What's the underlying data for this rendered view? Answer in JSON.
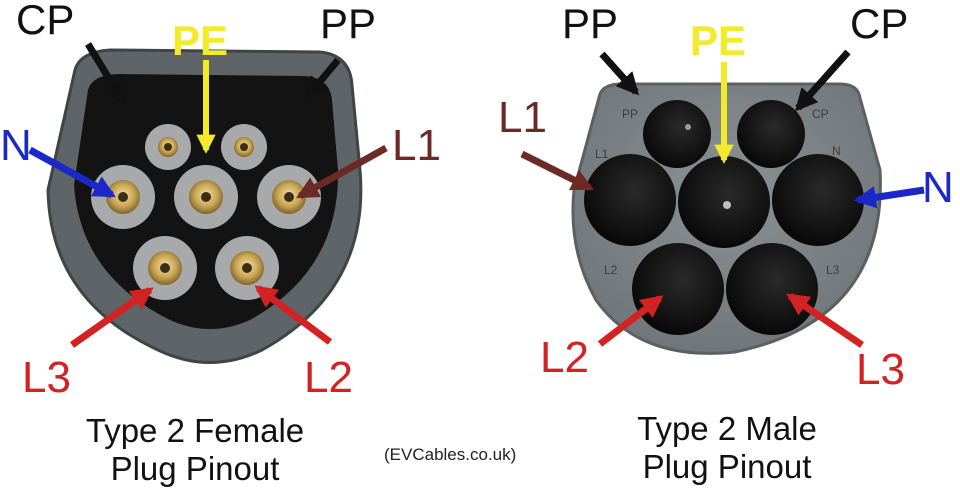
{
  "left": {
    "labels": {
      "cp": "CP",
      "pe": "PE",
      "pp": "PP",
      "n": "N",
      "l1": "L1",
      "l2": "L2",
      "l3": "L3"
    },
    "caption_line1": "Type 2 Female",
    "caption_line2": "Plug Pinout"
  },
  "right": {
    "labels": {
      "pp": "PP",
      "pe": "PE",
      "cp": "CP",
      "n": "N",
      "l1": "L1",
      "l2": "L2",
      "l3": "L3"
    },
    "engraved": {
      "pp": "PP",
      "cp": "CP",
      "l1": "L1",
      "n": "N",
      "l2": "L2",
      "l3": "L3"
    },
    "caption_line1": "Type 2 Male",
    "caption_line2": "Plug Pinout"
  },
  "credit": "(EVCables.co.uk)",
  "colors": {
    "black_label": "#111111",
    "pe_yellow": "#f2ea2a",
    "n_blue": "#1a27c9",
    "l1_brown": "#6b2a25",
    "l_red": "#d42222",
    "housing_grey": "#5e6468",
    "face_black": "#111111",
    "sleeve_grey": "#a7a9aa",
    "male_face_grey": "#7e8589"
  }
}
